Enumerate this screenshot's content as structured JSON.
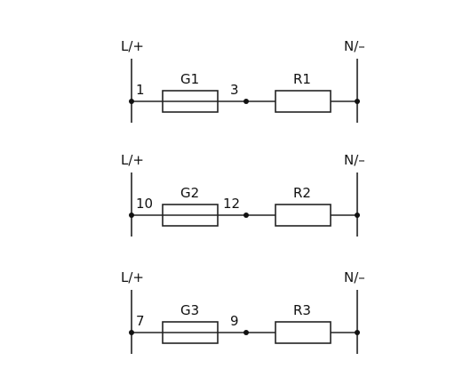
{
  "circuits": [
    {
      "left_rail_label": "L/+",
      "right_rail_label": "N/–",
      "left_terminal": "1",
      "fuse_label": "G1",
      "mid_terminal": "3",
      "resistor_label": "R1"
    },
    {
      "left_rail_label": "L/+",
      "right_rail_label": "N/–",
      "left_terminal": "10",
      "fuse_label": "G2",
      "mid_terminal": "12",
      "resistor_label": "R2"
    },
    {
      "left_rail_label": "L/+",
      "right_rail_label": "N/–",
      "left_terminal": "7",
      "fuse_label": "G3",
      "mid_terminal": "9",
      "resistor_label": "R3"
    }
  ],
  "colors": {
    "line": "#222222",
    "background": "#ffffff"
  }
}
